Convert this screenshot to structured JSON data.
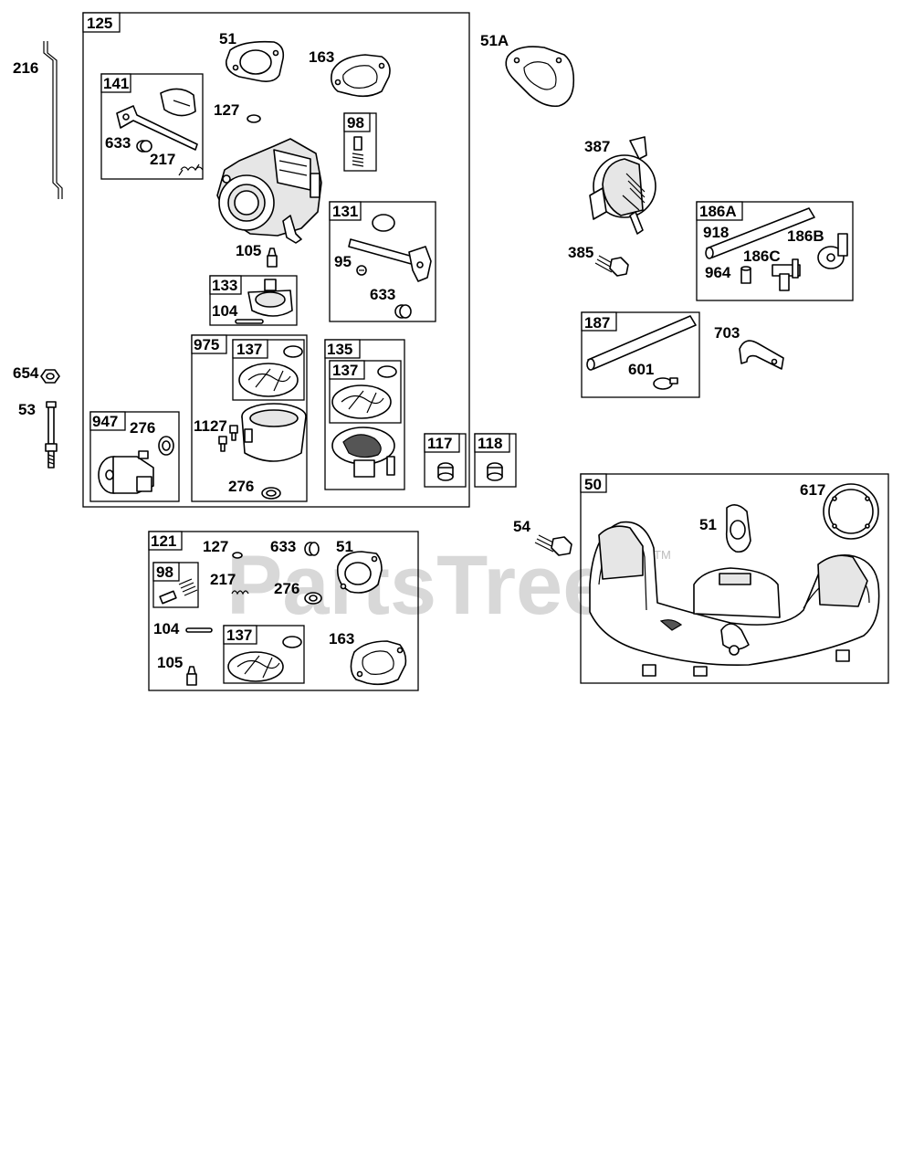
{
  "watermark": {
    "text": "PartsTree",
    "tm": "TM"
  },
  "boxes": {
    "b125": "125",
    "b141": "141",
    "b98a": "98",
    "b131": "131",
    "b133": "133",
    "b975": "975",
    "b137a": "137",
    "b135": "135",
    "b137b": "137",
    "b947": "947",
    "b117": "117",
    "b118": "118",
    "b186A": "186A",
    "b187": "187",
    "b50": "50",
    "b121": "121",
    "b98b": "98",
    "b137c": "137"
  },
  "labels": {
    "p216": "216",
    "p51a": "51",
    "p163a": "163",
    "p127a": "127",
    "p633a": "633",
    "p217a": "217",
    "p105a": "105",
    "p95": "95",
    "p633b": "633",
    "p104a": "104",
    "p1127": "1127",
    "p276a": "276",
    "p276b": "276",
    "p654": "654",
    "p53": "53",
    "p51A": "51A",
    "p387": "387",
    "p385": "385",
    "p918": "918",
    "p186B": "186B",
    "p186C": "186C",
    "p964": "964",
    "p601": "601",
    "p703": "703",
    "p617": "617",
    "p51b": "51",
    "p54": "54",
    "p127b": "127",
    "p633c": "633",
    "p51c": "51",
    "p217b": "217",
    "p276c": "276",
    "p104b": "104",
    "p105b": "105",
    "p163b": "163"
  }
}
